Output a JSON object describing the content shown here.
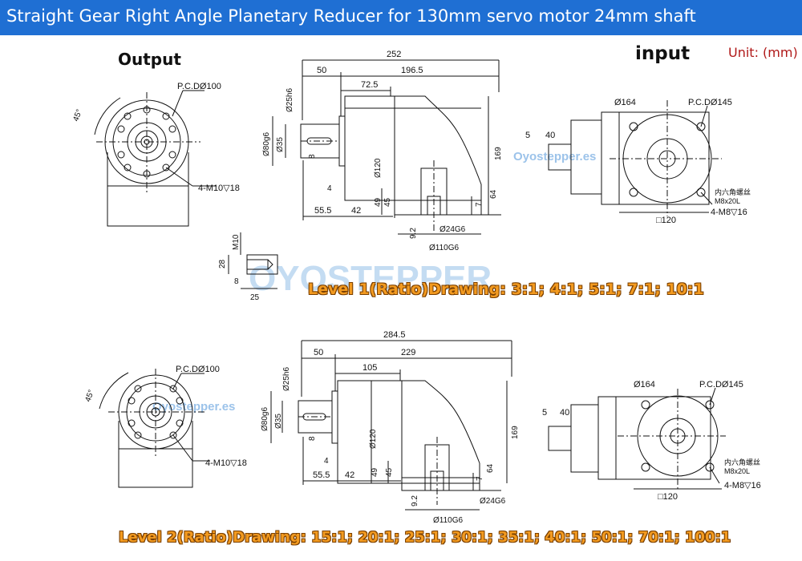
{
  "header": {
    "title": "Straight Gear Right Angle Planetary Reducer for 130mm servo motor 24mm shaft",
    "bg": "#1f6fd3"
  },
  "labels": {
    "output": "Output",
    "input": "input",
    "unit": "Unit: (mm)"
  },
  "watermark": {
    "logo": "OYOSTEPPER",
    "site": "Oyostepper.es"
  },
  "level1": {
    "caption": "Level 1(Ratio)Drawing: 3:1;  4:1;  5:1;  7:1;  10:1",
    "dims": {
      "pcd_out": "P.C.DØ100",
      "angle": "45°",
      "holes_out": "4-M10▽18",
      "total": "252",
      "left": "50",
      "right": "196.5",
      "mid": "72.5",
      "d_shaft": "Ø25h6",
      "d_pilot": "Ø80g6",
      "d_35": "Ø35",
      "d_120": "Ø120",
      "key8": "8",
      "k4": "4",
      "h169": "169",
      "h49": "49",
      "h45": "45",
      "h64": "64",
      "h7": "7",
      "b555": "55.5",
      "b42": "42",
      "b92": "9.2",
      "d24": "Ø24G6",
      "d110": "Ø110G6",
      "in_d164": "Ø164",
      "in_pcd": "P.C.DØ145",
      "in_5": "5",
      "in_40": "40",
      "in_screw_cn": "内六角螺丝",
      "in_screw": "M8x20L",
      "in_holes": "4-M8▽16",
      "in_sq": "□120",
      "thread": "M10",
      "t28": "28",
      "t8": "8",
      "t25": "25"
    }
  },
  "level2": {
    "caption": "Level 2(Ratio)Drawing: 15:1; 20:1; 25:1; 30:1; 35:1; 40:1; 50:1; 70:1; 100:1",
    "dims": {
      "pcd_out": "P.C.DØ100",
      "angle": "45°",
      "holes_out": "4-M10▽18",
      "total": "284.5",
      "left": "50",
      "right": "229",
      "mid": "105",
      "d_shaft": "Ø25h6",
      "d_pilot": "Ø80g6",
      "d_35": "Ø35",
      "d_120": "Ø120",
      "key8": "8",
      "k4": "4",
      "h169": "169",
      "h49": "49",
      "h45": "45",
      "h64": "64",
      "h7": "7",
      "b555": "55.5",
      "b42": "42",
      "b92": "9.2",
      "d24": "Ø24G6",
      "d110": "Ø110G6",
      "in_d164": "Ø164",
      "in_pcd": "P.C.DØ145",
      "in_5": "5",
      "in_40": "40",
      "in_screw_cn": "内六角螺丝",
      "in_screw": "M8x20L",
      "in_holes": "4-M8▽16",
      "in_sq": "□120"
    }
  },
  "colors": {
    "line": "#111111",
    "level_text": "#f29a20",
    "unit": "#b01818",
    "watermark": "#9cc3ea"
  }
}
